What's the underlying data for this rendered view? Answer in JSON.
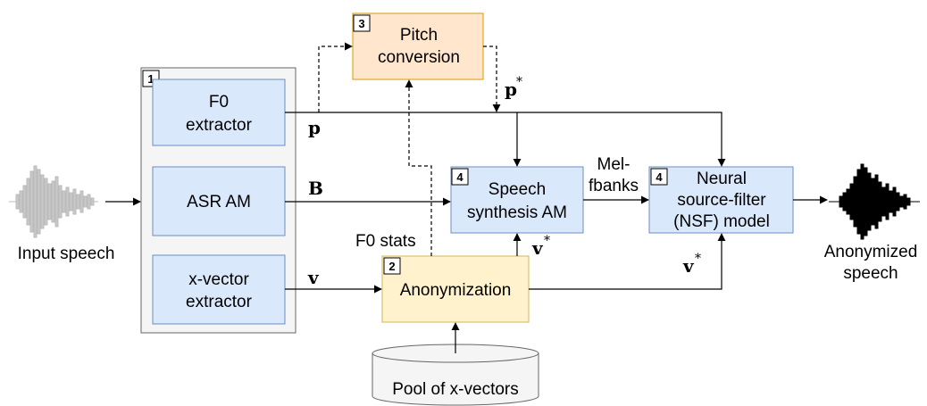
{
  "extractor_group": {
    "number": "1",
    "f0_extractor": [
      "F0",
      "extractor"
    ],
    "asr_am": "ASR AM",
    "xvector_extractor": [
      "x-vector",
      "extractor"
    ]
  },
  "pitch_conversion": {
    "number": "3",
    "lines": [
      "Pitch",
      "conversion"
    ]
  },
  "speech_synthesis": {
    "number": "4",
    "lines": [
      "Speech",
      "synthesis AM"
    ]
  },
  "nsf_model": {
    "number": "4",
    "lines": [
      "Neural",
      "source-filter",
      "(NSF) model"
    ]
  },
  "anonymization": {
    "number": "2",
    "label": "Anonymization"
  },
  "pool": {
    "label": "Pool of x-vectors"
  },
  "io": {
    "input_label": "Input speech",
    "output_lines": [
      "Anonymized",
      "speech"
    ]
  },
  "signals": {
    "p": "p",
    "p_star": "p",
    "star": "*",
    "b": "B",
    "v": "v",
    "v_star_synthesis": "v",
    "v_star_nsf": "v",
    "mel_fbanks": [
      "Mel-",
      "fbanks"
    ],
    "f0_stats": "F0 stats"
  },
  "colors": {
    "blue_fill": "#dae8fc",
    "blue_stroke": "#6c8ebf",
    "orange_fill": "#ffe6cc",
    "orange_stroke": "#d79b00",
    "yellow_fill": "#fff2cc",
    "yellow_stroke": "#d6b656",
    "group_fill": "#f5f5f5",
    "group_stroke": "#666666"
  }
}
